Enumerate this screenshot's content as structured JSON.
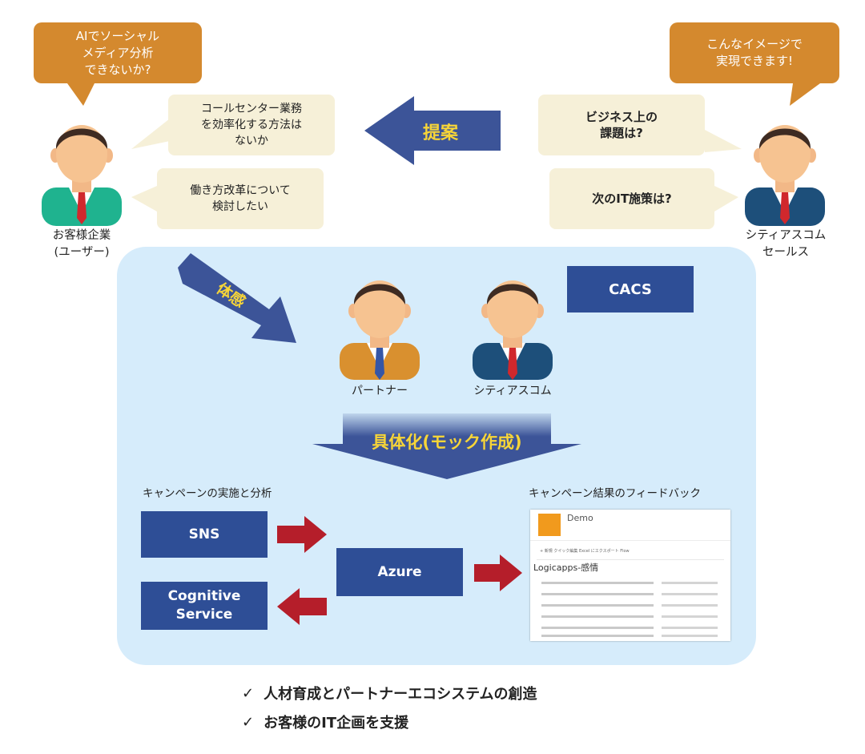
{
  "customer": {
    "bubble_orange": "AIでソーシャル\nメディア分析\nできないか?",
    "bubble_1": "コールセンター業務\nを効率化する方法は\nないか",
    "bubble_2": "働き方改革について\n検討したい",
    "label": "お客様企業\n(ユーザー)",
    "shirt_color": "#1fb38f"
  },
  "sales": {
    "bubble_orange": "こんなイメージで\n実現できます!",
    "bubble_1": "ビジネス上の\n課題は?",
    "bubble_2": "次のIT施策は?",
    "label": "シティアスコム\nセールス",
    "shirt_color": "#1d4f7a"
  },
  "arrows": {
    "proposal": "提案",
    "experience": "体感",
    "concretize": "具体化(モック作成)"
  },
  "center": {
    "partner_label": "パートナー",
    "partner_color": "#d9902f",
    "citiascom_label": "シティアスコム",
    "citiascom_color": "#1d4f7a",
    "cacs": "CACS"
  },
  "flow": {
    "left_title": "キャンペーンの実施と分析",
    "right_title": "キャンペーン結果のフィードバック",
    "sns": "SNS",
    "cognitive": "Cognitive\nService",
    "azure": "Azure"
  },
  "screenshot": {
    "app_title": "Demo",
    "list_title": "Logicapps-感情",
    "toolbar": "+ 新規   クイック編集   Excel にエクスポート   Flow"
  },
  "bullets": [
    "人材育成とパートナーエコシステムの創造",
    "お客様のIT企画を支援"
  ],
  "colors": {
    "navy": "#2e4e96",
    "orange": "#d4892e",
    "beige": "#f6f0d8",
    "panel": "#d6ecfb",
    "red_arrow": "#b51e2a",
    "arrow_text": "#f7d538"
  }
}
